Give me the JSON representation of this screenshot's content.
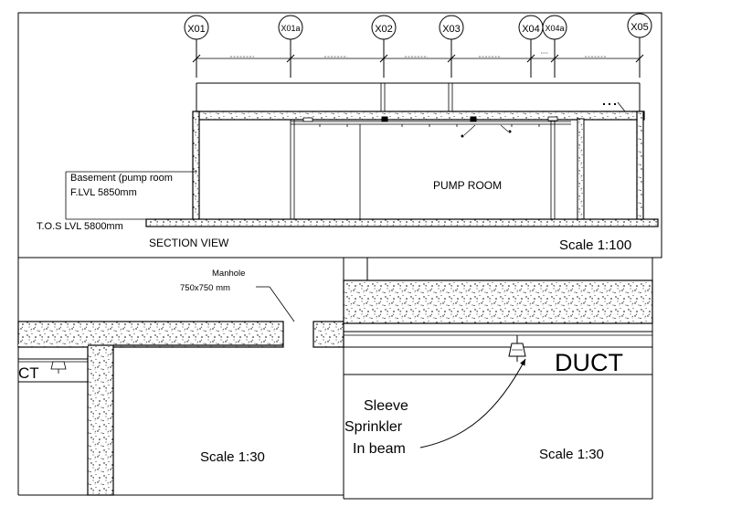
{
  "section_view": {
    "gridlines": [
      {
        "id": "X01"
      },
      {
        "id": "X01a"
      },
      {
        "id": "X02"
      },
      {
        "id": "X03"
      },
      {
        "id": "X04"
      },
      {
        "id": "X04a"
      },
      {
        "id": "X05"
      }
    ],
    "level_label_line1": "Basement (pump room",
    "level_label_line2": "F.LVL 5850mm",
    "tos_label": "T.O.S LVL 5800mm",
    "room_label": "PUMP ROOM",
    "view_title": "SECTION VIEW",
    "scale": "Scale 1:100"
  },
  "detail_left": {
    "manhole_label": "Manhole",
    "manhole_size": "750x750 mm",
    "duct_fragment": "CT",
    "scale": "Scale 1:30"
  },
  "detail_right": {
    "duct_label": "DUCT",
    "sleeve_line1": "Sleeve",
    "sleeve_line2": "Sprinkler",
    "sleeve_line3": "In beam",
    "scale": "Scale 1:30"
  }
}
